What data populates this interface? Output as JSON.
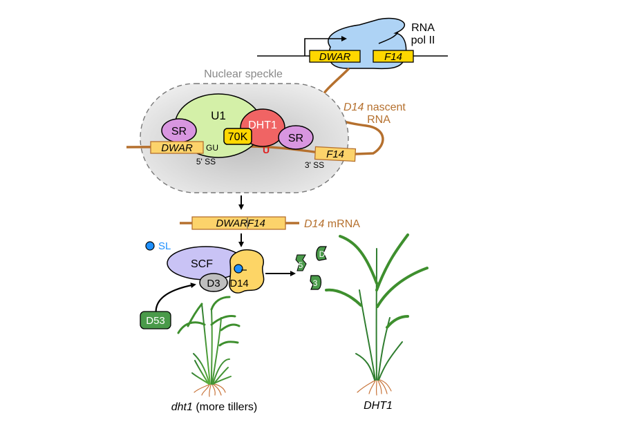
{
  "transcription": {
    "polymerase_label_line1": "RNA",
    "polymerase_label_line2": "pol II",
    "exon1": "DWAR",
    "exon2": "F14"
  },
  "nuclear_speckle": {
    "title": "Nuclear speckle",
    "u1": "U1",
    "sr_left": "SR",
    "sr_right": "SR",
    "k70": "70K",
    "dht1": "DHT1",
    "exon1": "DWAR",
    "exon2": "F14",
    "gu": "GU",
    "u": "U",
    "ss5": "5' SS",
    "ss3": "3' SS"
  },
  "nascent_rna": {
    "gene": "D14",
    "label_rest": " nascent",
    "label_line2": "RNA"
  },
  "mrna": {
    "part1": "DWAR",
    "part2": "F14",
    "gene": "D14",
    "label_rest": " mRNA"
  },
  "signaling": {
    "sl_label": "SL",
    "scf": "SCF",
    "d3": "D3",
    "d14": "D14",
    "d53": "D53",
    "fragment1": "5",
    "fragment2": "D",
    "fragment3": "3"
  },
  "plants": {
    "mutant_gene": "dht1",
    "mutant_note": " (more tillers)",
    "wildtype": "DHT1"
  },
  "colors": {
    "exon_yellow": "#ffd700",
    "exon_pale": "#fcd36b",
    "rna_brown": "#b5702e",
    "pol_blue": "#aed3f5",
    "u1_green": "#d4f0a8",
    "sr_purple": "#d896e0",
    "dht1_red": "#f06464",
    "scf_lavender": "#c9c3f5",
    "d3_gray": "#bfbfbf",
    "d14_yellow": "#fdd566",
    "sl_blue": "#1e90ff",
    "d53_green": "#4a9a4a",
    "speckle_gray": "#d0d0d0"
  }
}
